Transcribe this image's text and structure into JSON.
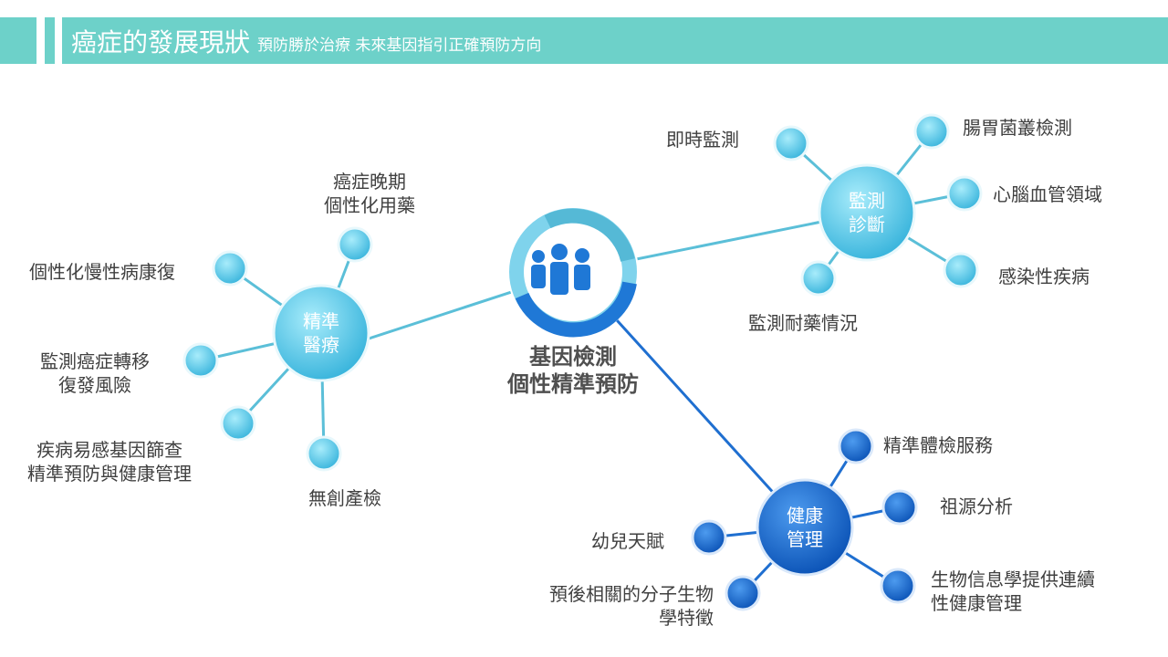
{
  "header": {
    "title": "癌症的發展現狀",
    "subtitle": "預防勝於治療 未來基因指引正確預防方向"
  },
  "center": {
    "line1": "基因檢測",
    "line2": "個性精準預防",
    "icon": "people-group-icon"
  },
  "hubs": {
    "precision": {
      "line1": "精準",
      "line2": "醫療"
    },
    "monitor": {
      "line1": "監測",
      "line2": "診斷"
    },
    "health": {
      "line1": "健康",
      "line2": "管理"
    }
  },
  "precision_items": [
    "癌症晚期\n個性化用藥",
    "個性化慢性病康復",
    "監測癌症轉移\n復發風險",
    "疾病易感基因篩查\n精準預防與健康管理",
    "無創產檢"
  ],
  "precision_labels": {
    "a1": "癌症晚期",
    "a2": "個性化用藥",
    "b": "個性化慢性病康復",
    "c1": "監測癌症轉移",
    "c2": "復發風險",
    "d1": "疾病易感基因篩查",
    "d2": "精準預防與健康管理",
    "e": "無創產檢"
  },
  "monitor_labels": {
    "a": "即時監測",
    "b": "腸胃菌叢檢測",
    "c": "心腦血管領域",
    "d": "感染性疾病",
    "e": "監測耐藥情況"
  },
  "health_labels": {
    "a": "精準體檢服務",
    "b": "祖源分析",
    "c1": "生物信息學提供連續",
    "c2": "性健康管理",
    "d": "幼兒天賦",
    "e1": "預後相關的分子生物",
    "e2": "學特徵"
  },
  "colors": {
    "teal": "#6dd1c9",
    "light": "#5cc8e4",
    "dark": "#1f6fd0"
  }
}
